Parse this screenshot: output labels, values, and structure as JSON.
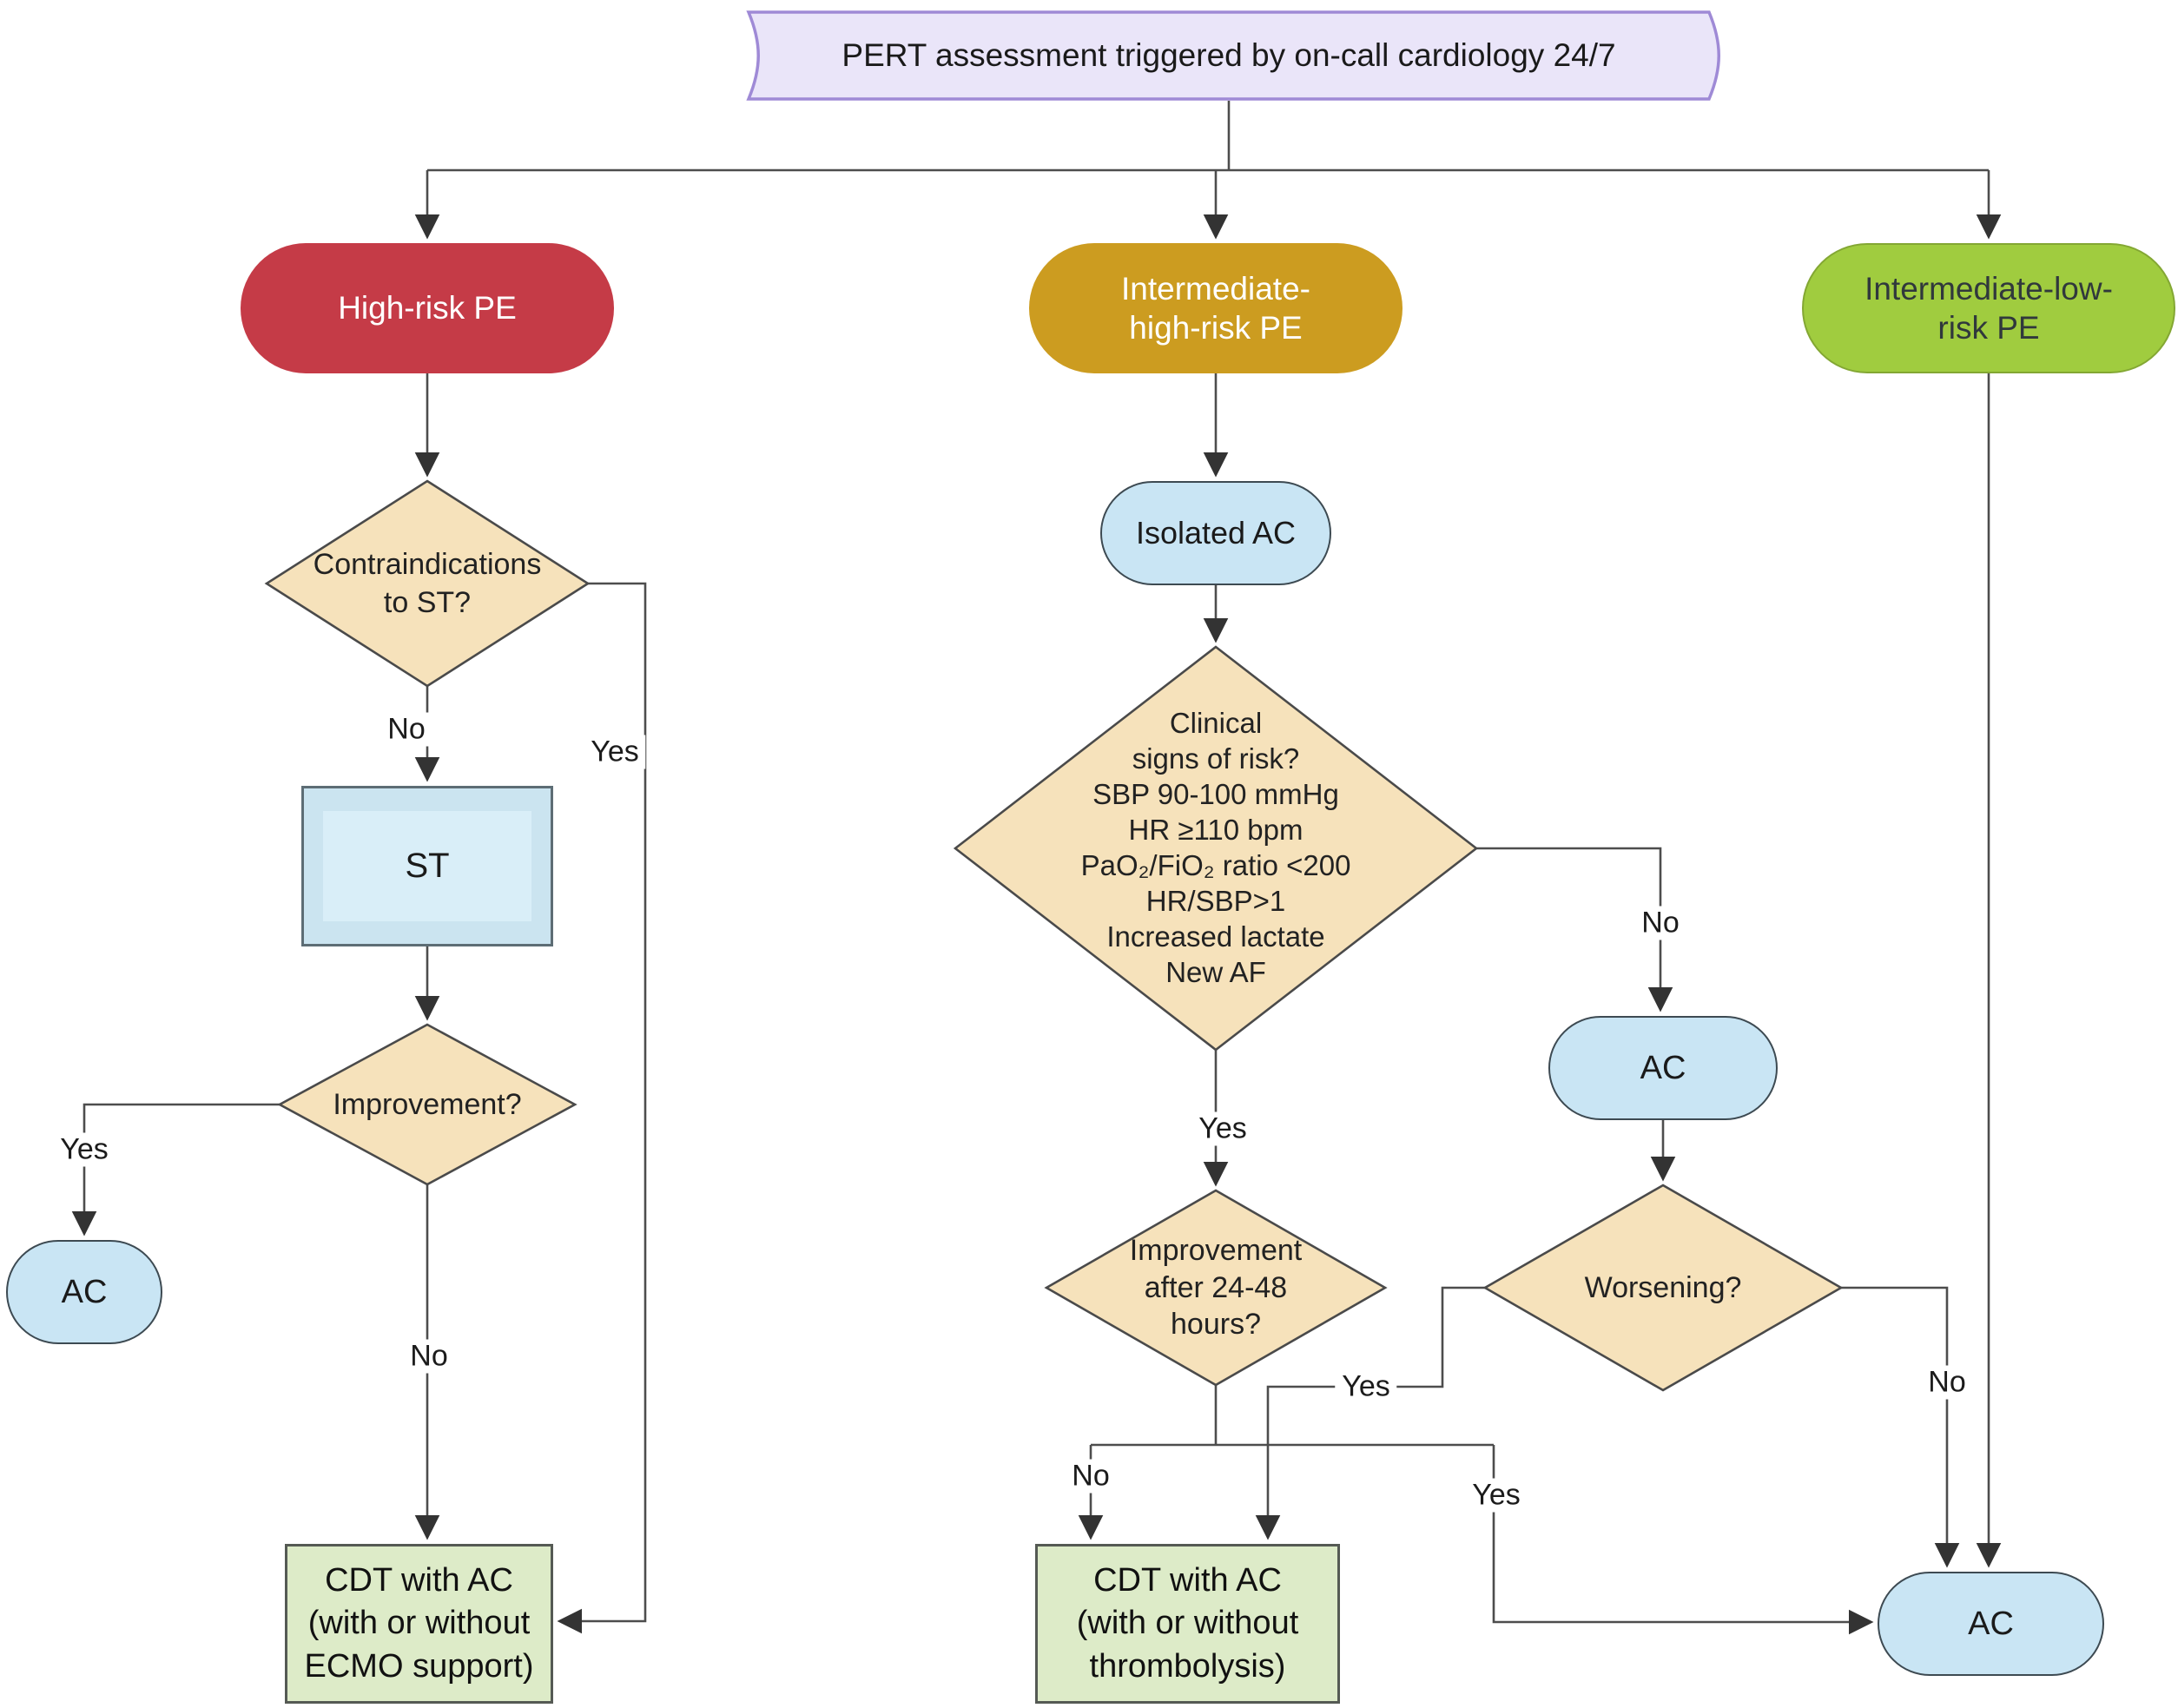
{
  "banner": {
    "text": "PERT assessment triggered by on-call cardiology 24/7"
  },
  "branches": {
    "high": {
      "label": "High-risk PE"
    },
    "int_high": {
      "line1": "Intermediate-",
      "line2": "high-risk PE"
    },
    "int_low": {
      "line1": "Intermediate-low-",
      "line2": "risk PE"
    }
  },
  "nodes": {
    "contraindications": {
      "line1": "Contraindications",
      "line2": "to ST?"
    },
    "st": {
      "label": "ST"
    },
    "improvement": {
      "label": "Improvement?"
    },
    "ac_left": {
      "label": "AC"
    },
    "cdt_left": {
      "line1": "CDT with AC",
      "line2": "(with or without",
      "line3": "ECMO support)"
    },
    "isolated_ac": {
      "label": "Isolated AC"
    },
    "clinical_risk": {
      "line1": "Clinical",
      "line2": "signs of risk?",
      "line3": "SBP 90-100 mmHg",
      "line4": "HR ≥110 bpm",
      "line5": "PaO₂/FiO₂ ratio <200",
      "line6": "HR/SBP>1",
      "line7": "Increased lactate",
      "line8": "New AF"
    },
    "improvement_24_48": {
      "line1": "Improvement",
      "line2": "after 24-48",
      "line3": "hours?"
    },
    "cdt_mid": {
      "line1": "CDT with AC",
      "line2": "(with or without",
      "line3": "thrombolysis)"
    },
    "ac_mid": {
      "label": "AC"
    },
    "worsening": {
      "label": "Worsening?"
    },
    "ac_bottom": {
      "label": "AC"
    }
  },
  "edge_labels": {
    "contra_no": "No",
    "contra_yes": "Yes",
    "improvement_yes": "Yes",
    "improvement_no": "No",
    "clinical_yes": "Yes",
    "clinical_no": "No",
    "imp2448_no": "No",
    "imp2448_yes": "Yes",
    "worsening_yes": "Yes",
    "worsening_no": "No"
  },
  "colors": {
    "high_risk": "#C53B47",
    "intermediate_high": "#CC9C20",
    "intermediate_low": "#A0CC3F",
    "banner_fill": "#EAE5F9",
    "banner_border": "#9F8AD6",
    "diamond_fill": "#F6E2BB",
    "blue_fill": "#C9E5F4",
    "st_fill": "#CBE4F0",
    "st_inner": "#D9EEF8",
    "green_fill": "#DDEBC8",
    "line": "#4D4D4D"
  }
}
